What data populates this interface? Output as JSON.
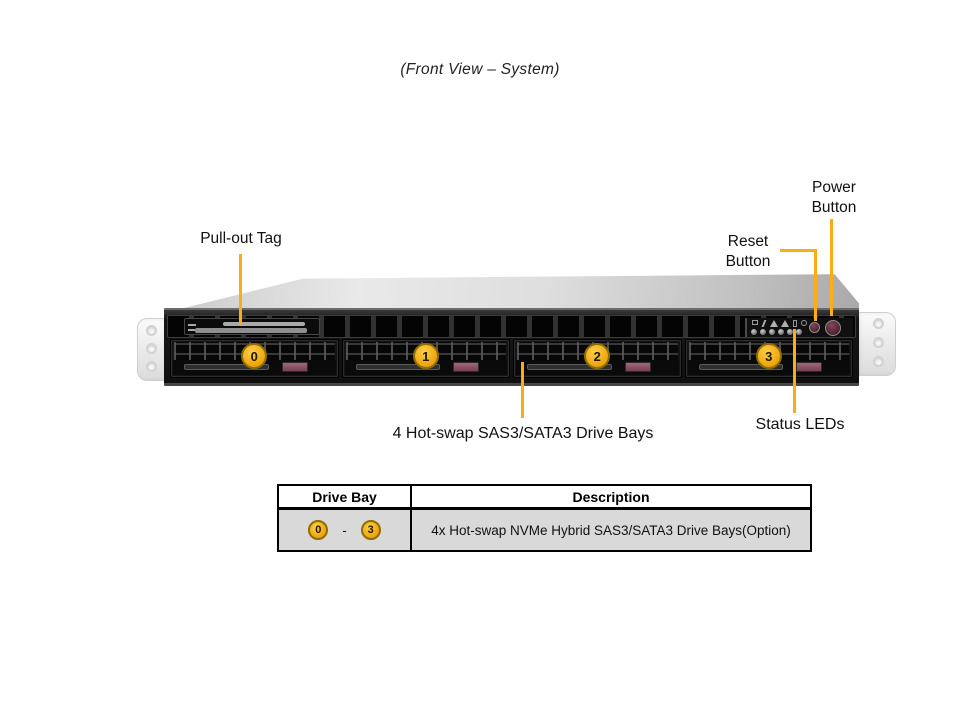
{
  "title": "(Front View – System)",
  "colors": {
    "accent_line": "#FBAD18",
    "badge_fill": "#EDA40B",
    "badge_border": "#8F6D00",
    "latch": "#8E5263",
    "table_row_bg": "#D9D9D9"
  },
  "labels": {
    "pullout_tag": "Pull-out Tag",
    "power_button": [
      "Power",
      "Button"
    ],
    "reset_button": [
      "Reset",
      "Button"
    ],
    "drive_bays": "4 Hot-swap SAS3/SATA3 Drive Bays",
    "status_leds": "Status LEDs"
  },
  "chassis": {
    "bay_numbers": [
      "0",
      "1",
      "2",
      "3"
    ],
    "control_panel_icons": [
      "lan-icon",
      "bolt-icon",
      "warning-icon",
      "warning-icon",
      "drive-icon",
      "power-icon"
    ],
    "status_led_count": 6
  },
  "table": {
    "headers": [
      "Drive Bay",
      "Description"
    ],
    "row": {
      "bay_start": "0",
      "bay_separator": "-",
      "bay_end": "3",
      "description": "4x Hot-swap NVMe Hybrid SAS3/SATA3 Drive Bays(Option)"
    }
  }
}
